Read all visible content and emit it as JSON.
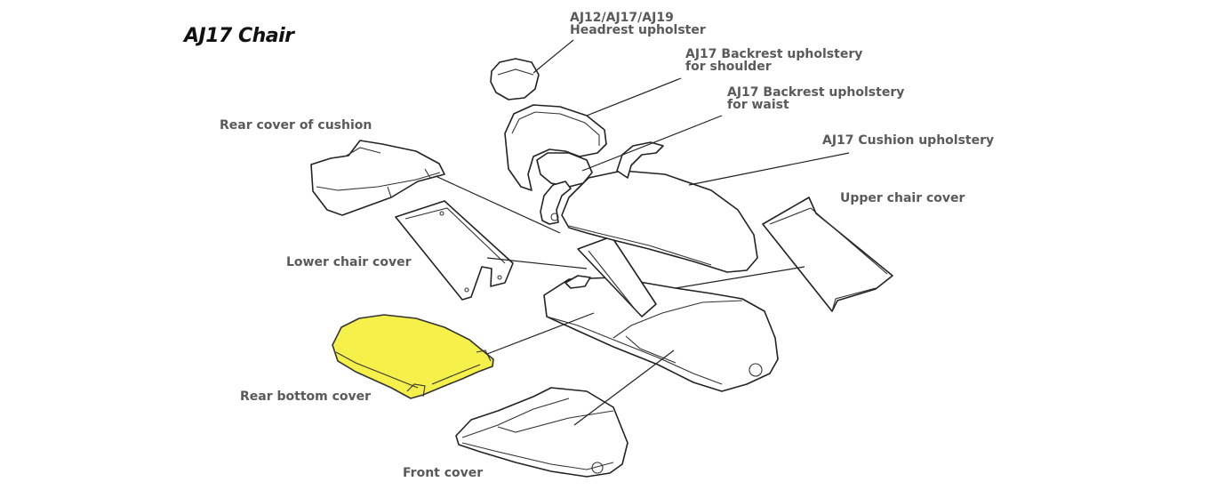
{
  "title": "AJ17 Chair",
  "highlight_color": "#f5f04a",
  "labels": {
    "headrest_l1": "AJ12/AJ17/AJ19",
    "headrest_l2": "Headrest upholster",
    "backrest_shoulder_l1": "AJ17 Backrest upholstery",
    "backrest_shoulder_l2": "for shoulder",
    "backrest_waist_l1": "AJ17 Backrest upholstery",
    "backrest_waist_l2": "for waist",
    "cushion": "AJ17 Cushion upholstery",
    "rear_cover_cushion": "Rear cover of cushion",
    "upper_chair_cover": "Upper chair cover",
    "lower_chair_cover": "Lower chair cover",
    "rear_bottom_cover": "Rear bottom cover",
    "front_cover": "Front cover"
  },
  "highlighted_part": "rear_bottom_cover"
}
